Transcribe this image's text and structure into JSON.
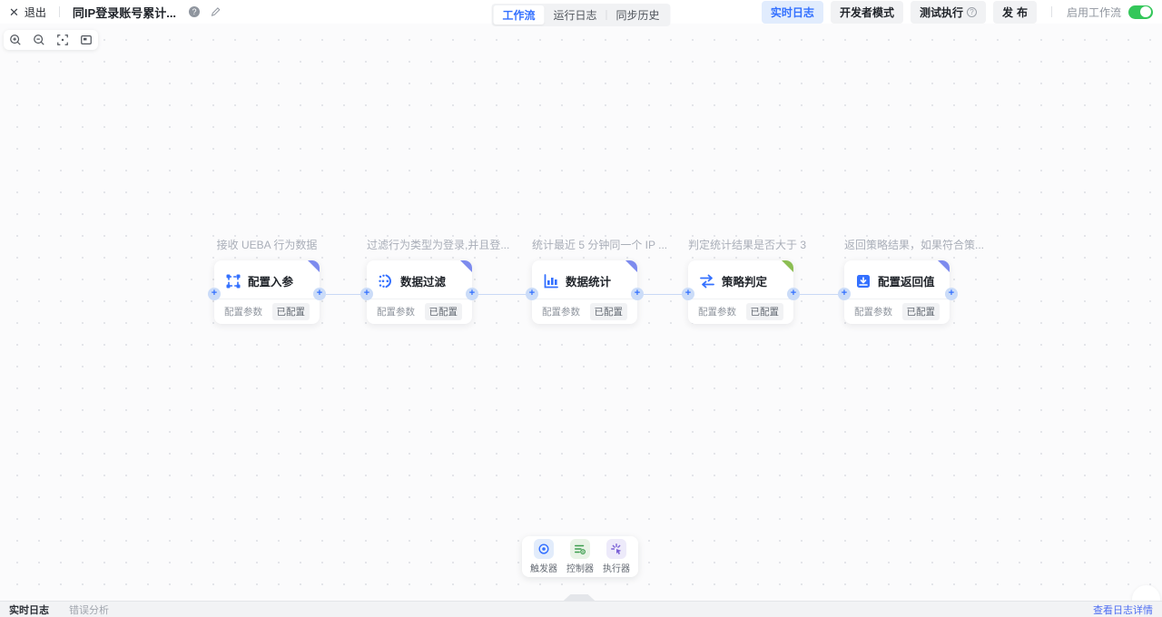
{
  "header": {
    "exit_label": "退出",
    "title": "同IP登录账号累计...",
    "info_glyph": "?",
    "tabs": [
      {
        "label": "工作流",
        "active": true
      },
      {
        "label": "运行日志",
        "active": false
      },
      {
        "label": "同步历史",
        "active": false
      }
    ],
    "actions": {
      "realtime_log": "实时日志",
      "dev_mode": "开发者模式",
      "test_run": "测试执行",
      "publish": "发布",
      "enable_workflow": "启用工作流",
      "toggle_state": "on"
    }
  },
  "canvas": {
    "nodes": [
      {
        "desc": "接收 UEBA 行为数据",
        "title": "配置入参",
        "param_label": "配置参数",
        "status": "已配置",
        "icon": "input-config-icon",
        "corner_color": "#7d8bee"
      },
      {
        "desc": "过滤行为类型为登录,并且登...",
        "title": "数据过滤",
        "param_label": "配置参数",
        "status": "已配置",
        "icon": "data-filter-icon",
        "corner_color": "#7d8bee"
      },
      {
        "desc": "统计最近 5 分钟同一个 IP ...",
        "title": "数据统计",
        "param_label": "配置参数",
        "status": "已配置",
        "icon": "data-stats-icon",
        "corner_color": "#7d8bee"
      },
      {
        "desc": "判定统计结果是否大于 3",
        "title": "策略判定",
        "param_label": "配置参数",
        "status": "已配置",
        "icon": "swap-arrows-icon",
        "corner_color": "#8cbe53"
      },
      {
        "desc": "返回策略结果，如果符合策...",
        "title": "配置返回值",
        "param_label": "配置参数",
        "status": "已配置",
        "icon": "return-value-icon",
        "corner_color": "#7d8bee"
      }
    ],
    "dock": [
      {
        "label": "触发器",
        "icon": "trigger-icon",
        "tint": "blue"
      },
      {
        "label": "控制器",
        "icon": "control-icon",
        "tint": "green"
      },
      {
        "label": "执行器",
        "icon": "executor-icon",
        "tint": "purple"
      }
    ],
    "toolbar_icons": [
      "zoom-in-icon",
      "zoom-out-icon",
      "fit-view-icon",
      "minimap-icon"
    ]
  },
  "footer": {
    "realtime_log": "实时日志",
    "error_analysis": "错误分析",
    "view_log_details": "查看日志详情"
  },
  "colors": {
    "accent_blue": "#3370ff",
    "edge_blue": "#c9d9f5",
    "corner_indigo": "#7d8bee",
    "corner_green": "#8cbe53",
    "toggle_green": "#34c75a"
  }
}
